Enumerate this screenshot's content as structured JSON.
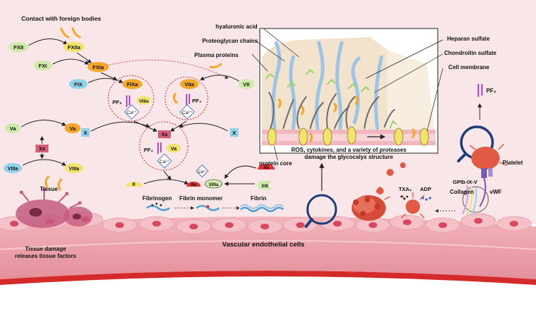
{
  "labels": {
    "contact": "Contact with foreign bodies",
    "fxii": "FXII",
    "fxiia": "FXIIa",
    "fxi": "FXI",
    "fxia": "FXIa",
    "fix": "FIX",
    "fixa": "FIXa",
    "viiia_1": "VIIIa",
    "pf3_1": "PF₃",
    "ca_1": "Ca²⁺",
    "viia": "VIIa",
    "pf3_2": "PF₃",
    "ca_2": "Ca²⁺",
    "vii": "VII",
    "va_left": "Va",
    "va_left_right": "Va",
    "xa_left": "Xa",
    "viiia_left": "VIIIa",
    "viiia_left_right": "VIIIa",
    "x_left": "X",
    "x_right": "X",
    "xa_center": "Xa",
    "pf3_3": "PF₃",
    "va_center": "Va",
    "ca_3": "Ca²⁺",
    "ii": "II",
    "ca_4": "Ca²⁺",
    "iia_1": "IIa",
    "xiiia": "XIIIa",
    "iia_2": "IIa",
    "xiii": "XIII",
    "tissue": "Tissue",
    "fibrinogen": "Fibrinogen",
    "fibrin_monomer": "Fibrin monomer",
    "fibrin": "Fibrin",
    "tissue_damage_1": "Tissue damage",
    "tissue_damage_2": "releases tissue factors",
    "endothelial": "Vascular endothelial cells",
    "hyaluronic": "hyaluronic acid",
    "proteoglycan": "Proteoglycan chains",
    "plasma_proteins": "Plasma proteins",
    "heparan": "Heparan sulfate",
    "chondroitin": "Chondroitin sulfate",
    "cell_membrane": "Cell membrane",
    "ros_1": "ROS, cytokines, and a variety of proteases",
    "ros_2": "damage the glycocalyx structure",
    "protein_core": "protein core",
    "pf3_platelet": "PF₃",
    "platelet": "Platelet",
    "gpib": "GPIb-IX-V",
    "collagen": "Collagen",
    "vwf": "vWF",
    "txa2": "TXA₂",
    "adp": "ADP"
  },
  "colors": {
    "background": "#f9e6e9",
    "endothelium": "#f4c1c8",
    "nucleus": "#d8475e",
    "vessel_wall": "#e8929e",
    "vessel_edge": "#d42a2a",
    "factor_green": "#cfe9a8",
    "factor_orange": "#f5a623",
    "factor_blue": "#8fd3e8",
    "factor_pink": "#d95c7a",
    "factor_yellow": "#f2e36b",
    "factor_red": "#e03030",
    "calcium_blue": "#4a7fc1",
    "glycocalyx_blue": "#9cc4e4",
    "membrane_pink": "#f2b6be",
    "platelet_red": "#e05a44"
  }
}
